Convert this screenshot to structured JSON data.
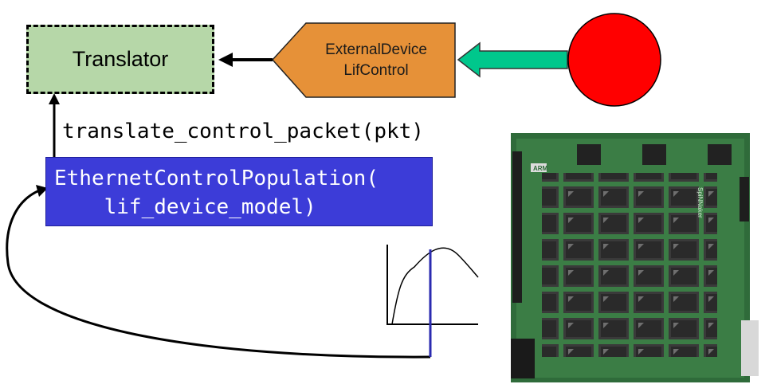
{
  "translator": {
    "label": "Translator"
  },
  "external_device": {
    "line1": "ExternalDevice",
    "line2": "LifControl"
  },
  "method_call": {
    "label": "translate_control_packet(pkt)"
  },
  "population": {
    "line1": "EthernetControlPopulation(",
    "line2": "    lif_device_model)"
  },
  "board": {
    "brand_label": "ARM",
    "name_label": "SpiNNaker"
  },
  "colors": {
    "translator_fill": "#b6d7a8",
    "device_fill": "#e69138",
    "arrow_fill": "#00c78c",
    "stimulus_circle": "#ff0000",
    "population_fill": "#3c3cd8",
    "plot_marker": "#2b2bb0",
    "board_green": "#2f6b3a"
  }
}
